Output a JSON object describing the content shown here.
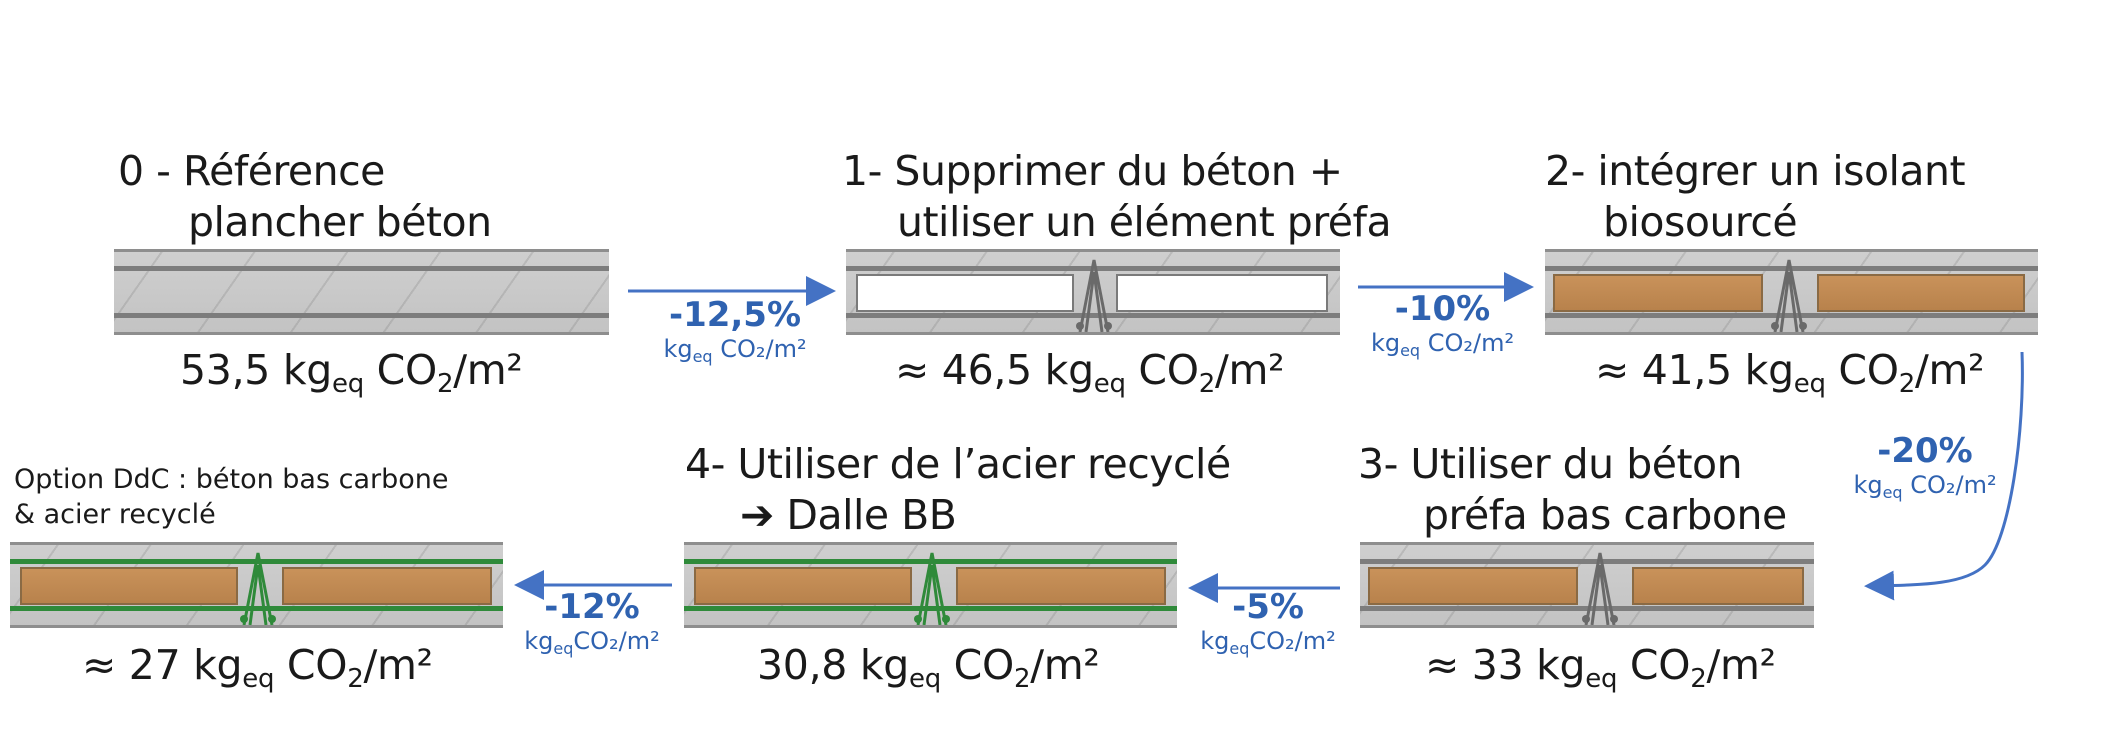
{
  "steps": [
    {
      "title_l1": "0 - Référence",
      "title_l2": "plancher béton",
      "value_prefix": "",
      "value_num": "53,5",
      "unit_pre": "kg",
      "unit_sub": "eq",
      "unit_co": " CO",
      "unit_co_sub": "2",
      "unit_post": "/m²"
    },
    {
      "title_l1": "1- Supprimer du béton +",
      "title_l2": "utiliser un élément préfa",
      "value_prefix": "≈ ",
      "value_num": "46,5",
      "unit_pre": "kg",
      "unit_sub": "eq",
      "unit_co": " CO",
      "unit_co_sub": "2",
      "unit_post": "/m²"
    },
    {
      "title_l1": "2- intégrer un isolant",
      "title_l2": "biosourcé",
      "value_prefix": "≈ ",
      "value_num": "41,5",
      "unit_pre": "kg",
      "unit_sub": "eq",
      "unit_co": " CO",
      "unit_co_sub": "2",
      "unit_post": "/m²"
    },
    {
      "title_l1": "3- Utiliser du béton",
      "title_l2": "préfa bas carbone",
      "value_prefix": "≈ ",
      "value_num": "33",
      "unit_pre": "kg",
      "unit_sub": "eq",
      "unit_co": " CO",
      "unit_co_sub": "2",
      "unit_post": "/m²"
    },
    {
      "title_l1": "4- Utiliser de l’acier recyclé",
      "title_l2": "➔ Dalle BB",
      "value_prefix": "",
      "value_num": "30,8",
      "unit_pre": "kg",
      "unit_sub": "eq",
      "unit_co": " CO",
      "unit_co_sub": "2",
      "unit_post": "/m²"
    }
  ],
  "option": {
    "title_l1": "Option DdC : béton bas carbone",
    "title_l2": "& acier recyclé",
    "value_prefix": "≈ ",
    "value_num": "27",
    "unit_pre": "kg",
    "unit_sub": "eq",
    "unit_co": " CO",
    "unit_co_sub": "2",
    "unit_post": "/m²"
  },
  "deltas": [
    {
      "pct": "-12,5%",
      "unit_pre": "kg",
      "unit_sub": "eq",
      "unit_post": " CO₂/m²"
    },
    {
      "pct": "-10%",
      "unit_pre": "kg",
      "unit_sub": "eq",
      "unit_post": " CO₂/m²"
    },
    {
      "pct": "-20%",
      "unit_pre": "kg",
      "unit_sub": "eq",
      "unit_post": " CO₂/m²"
    },
    {
      "pct": "-5%",
      "unit_pre": "kg",
      "unit_sub": "eq",
      "unit_post": "CO₂/m²"
    },
    {
      "pct": "-12%",
      "unit_pre": "kg",
      "unit_sub": "eq",
      "unit_post": "CO₂/m²"
    }
  ],
  "colors": {
    "accent": "#4472c4",
    "delta_text": "#2f62b0",
    "steel_recycled": "#2f8a3a",
    "insulation": "#c08a52"
  }
}
